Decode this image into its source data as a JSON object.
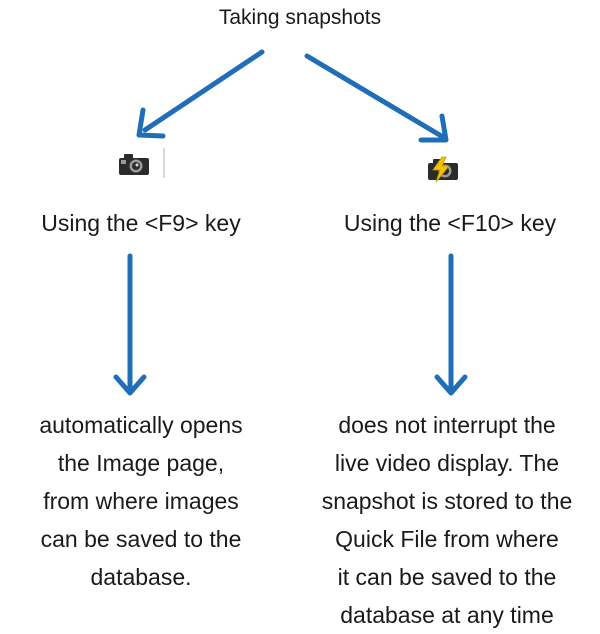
{
  "diagram": {
    "title": "Taking snapshots",
    "branches": [
      {
        "key_label": "Using the <F9> key",
        "icon": "camera-icon",
        "description_lines": [
          "automatically opens",
          "the Image page,",
          "from where images",
          "can be saved to the",
          "database."
        ]
      },
      {
        "key_label": "Using the <F10> key",
        "icon": "camera-flash-icon",
        "description_lines": [
          "does not interrupt the",
          "live video display. The",
          "snapshot is stored to the",
          "Quick File from where",
          "it can be saved to the",
          "database at any time"
        ]
      }
    ]
  },
  "colors": {
    "arrow": "#1f6eb7",
    "text": "#1a1a1a",
    "flash": "#f2c200"
  }
}
